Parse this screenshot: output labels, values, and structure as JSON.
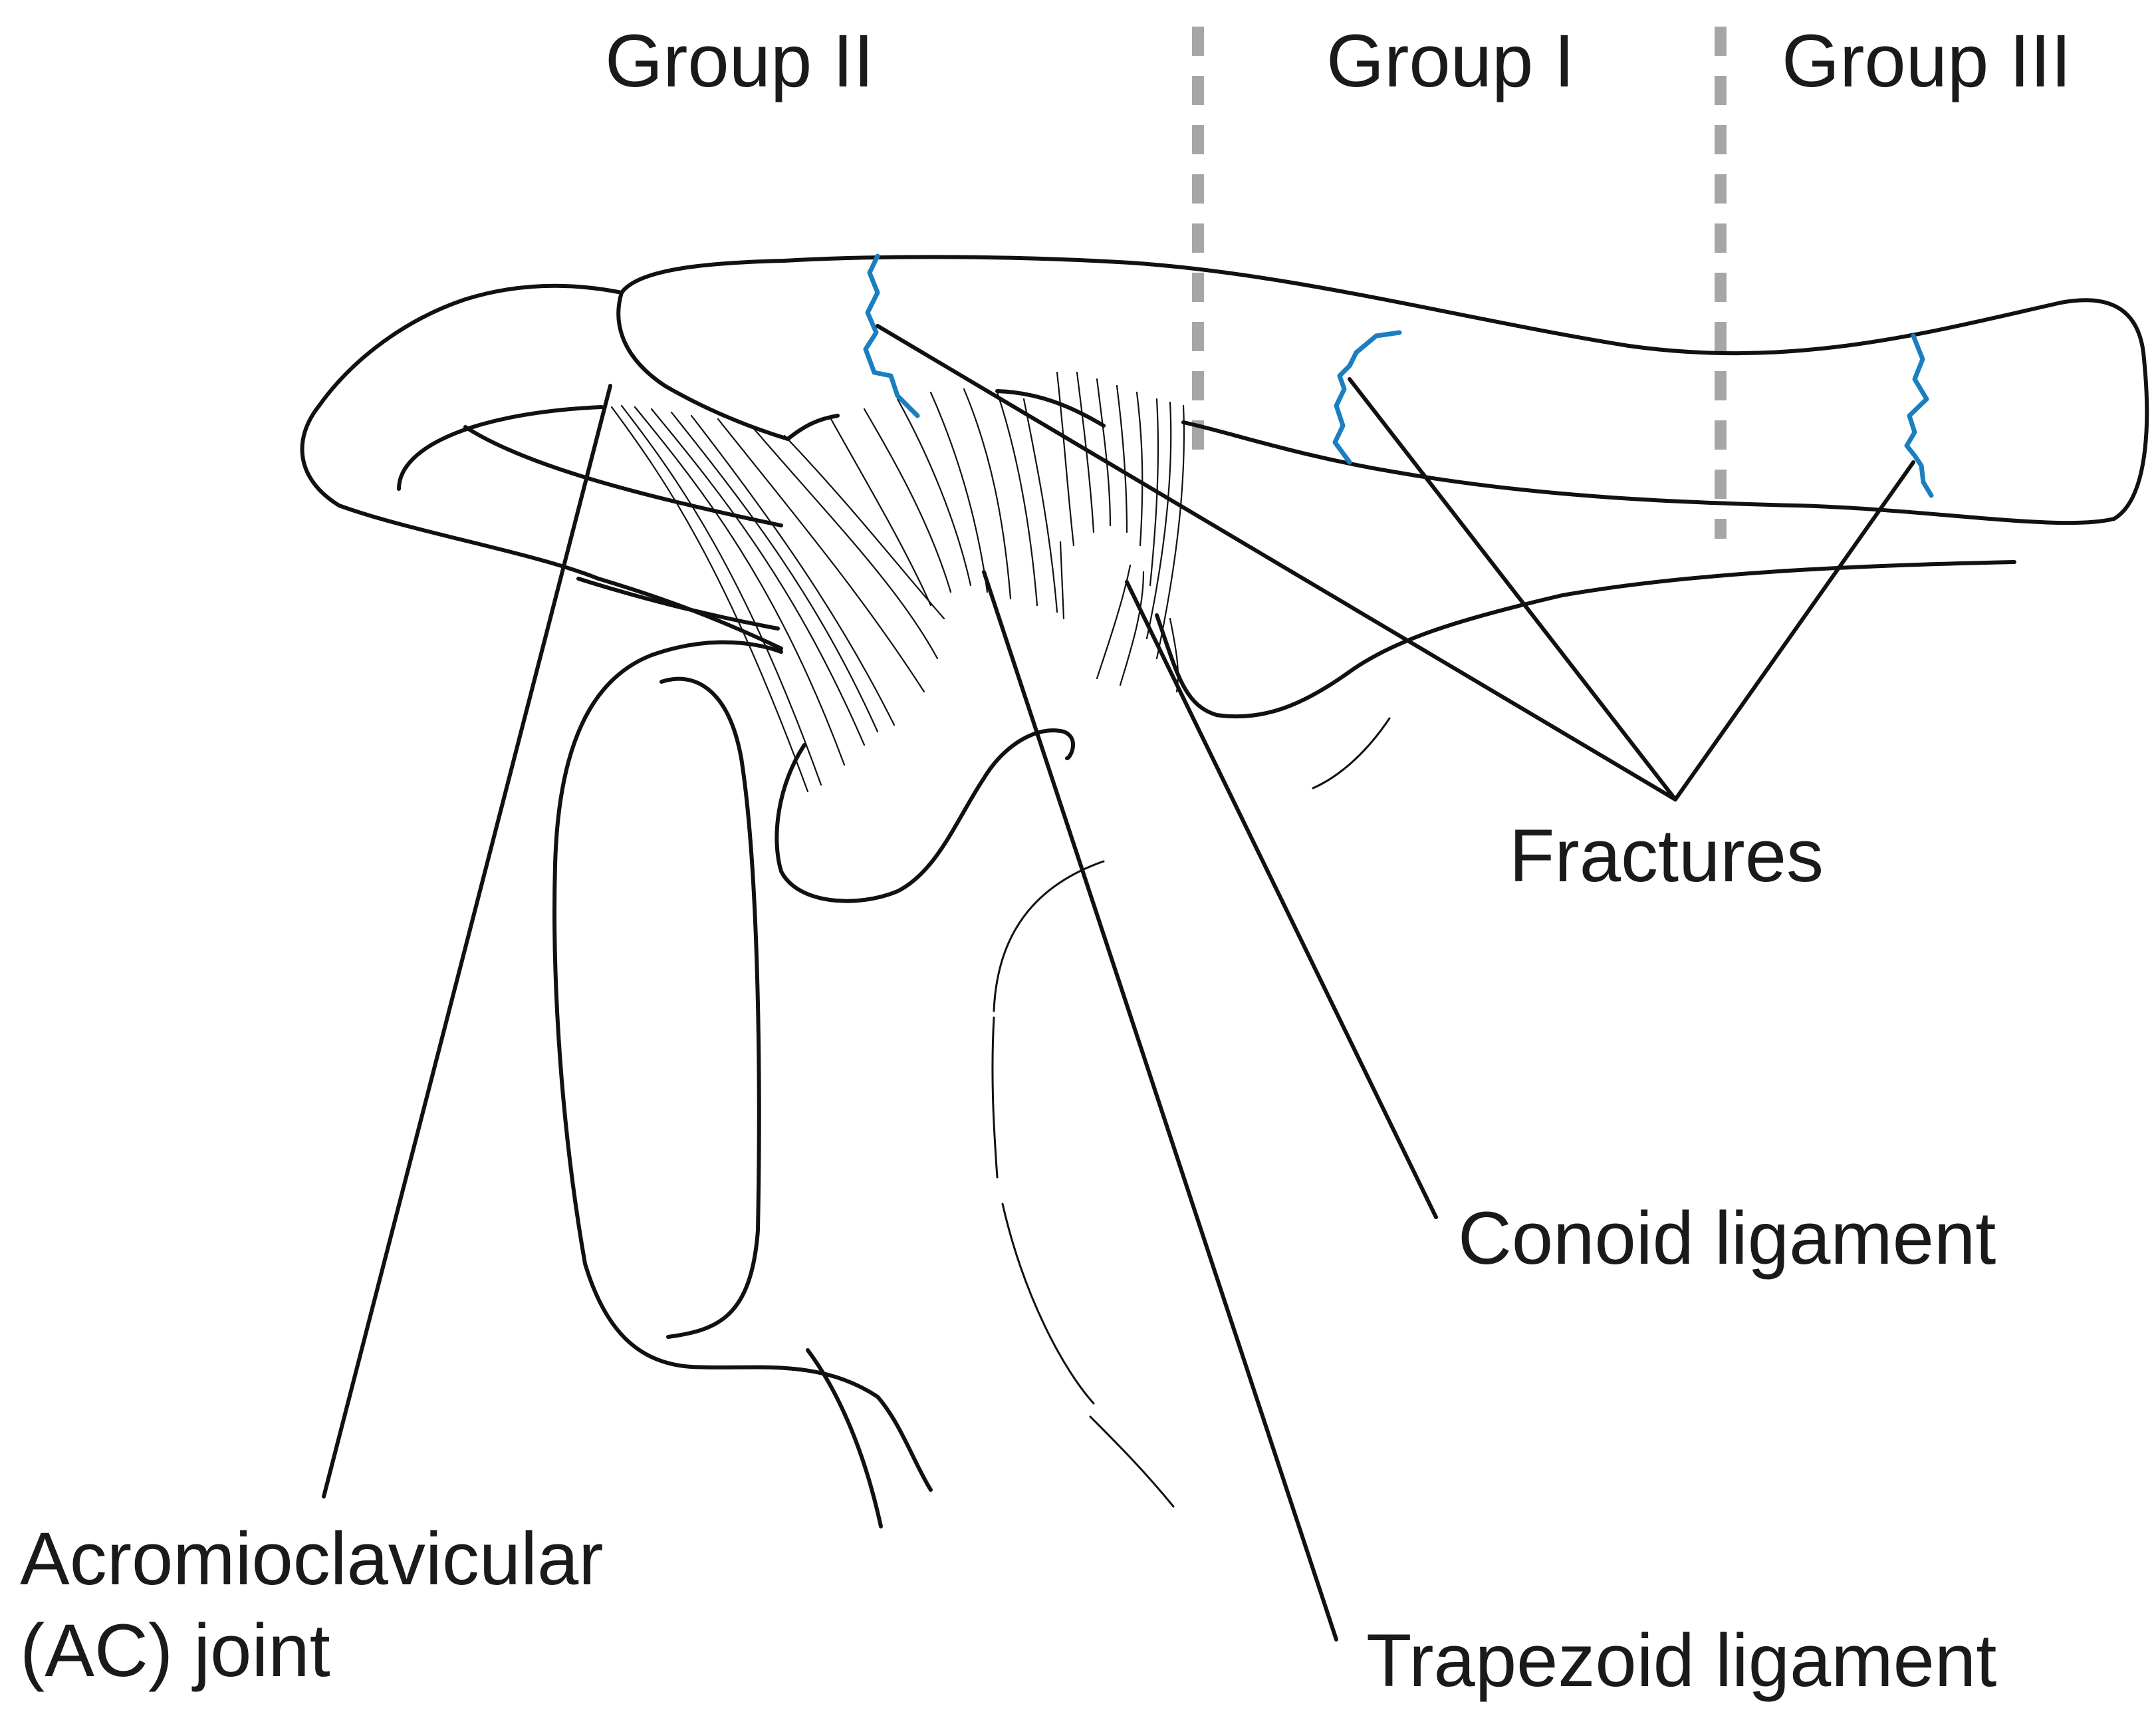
{
  "groups": {
    "group_ii": "Group II",
    "group_i": "Group I",
    "group_iii": "Group III"
  },
  "labels": {
    "fractures": "Fractures",
    "conoid_ligament": "Conoid ligament",
    "trapezoid_ligament": "Trapezoid ligament",
    "ac_joint_line1": "Acromioclavicular",
    "ac_joint_line2": "(AC) joint"
  },
  "colors": {
    "fracture": "#1a7fc1",
    "divider": "#a6a6a6",
    "line": "#111111"
  }
}
